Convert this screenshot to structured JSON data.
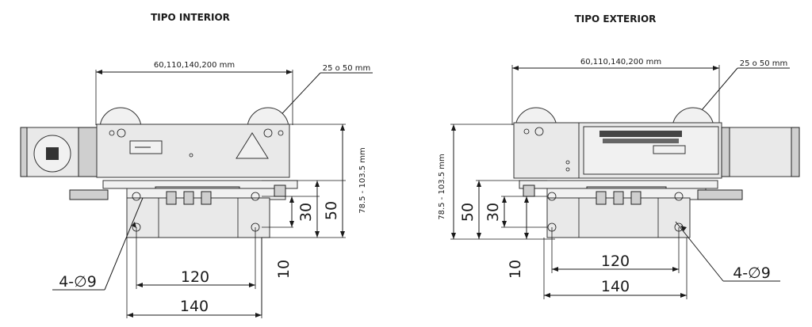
{
  "titles": {
    "left": "TIPO INTERIOR",
    "right": "TIPO EXTERIOR"
  },
  "dimensions": {
    "width_options": "60,110,140,200 mm",
    "offset": "25 o 50 mm",
    "height_range": "78.5 - 103.5 mm",
    "d50": "50",
    "d30": "30",
    "d10": "10",
    "d120": "120",
    "d140": "140",
    "holes": "4-∅9"
  }
}
